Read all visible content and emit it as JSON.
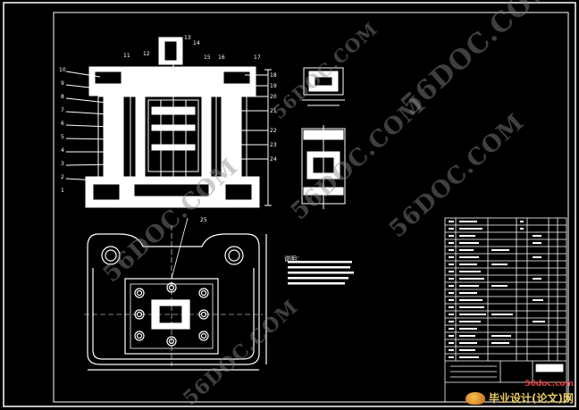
{
  "drawing": {
    "note_title": "说明：",
    "part_numbers_left": [
      "10",
      "9",
      "8",
      "7",
      "6",
      "5",
      "4",
      "3",
      "2",
      "1"
    ],
    "part_numbers_top": [
      "11",
      "12",
      "13",
      "14",
      "15",
      "16",
      "17"
    ],
    "part_numbers_right": [
      "18",
      "19",
      "20",
      "21",
      "22",
      "23",
      "24"
    ],
    "plan_view_label": "25"
  },
  "watermark": {
    "text_1": "56DOC.COM",
    "text_2": "56DOC.COM",
    "text_3": "56DOC.COM",
    "text_4": "56DOC.COM",
    "text_5": "56DOC.COM",
    "text_6": "56DOC.COM"
  },
  "brand": {
    "url": "56doc.com",
    "label": "毕业设计(论文)网"
  },
  "colors": {
    "background": "#000000",
    "lines": "#ffffff",
    "watermark": "#8c8c8c",
    "brand_text": "#e6cc60"
  }
}
